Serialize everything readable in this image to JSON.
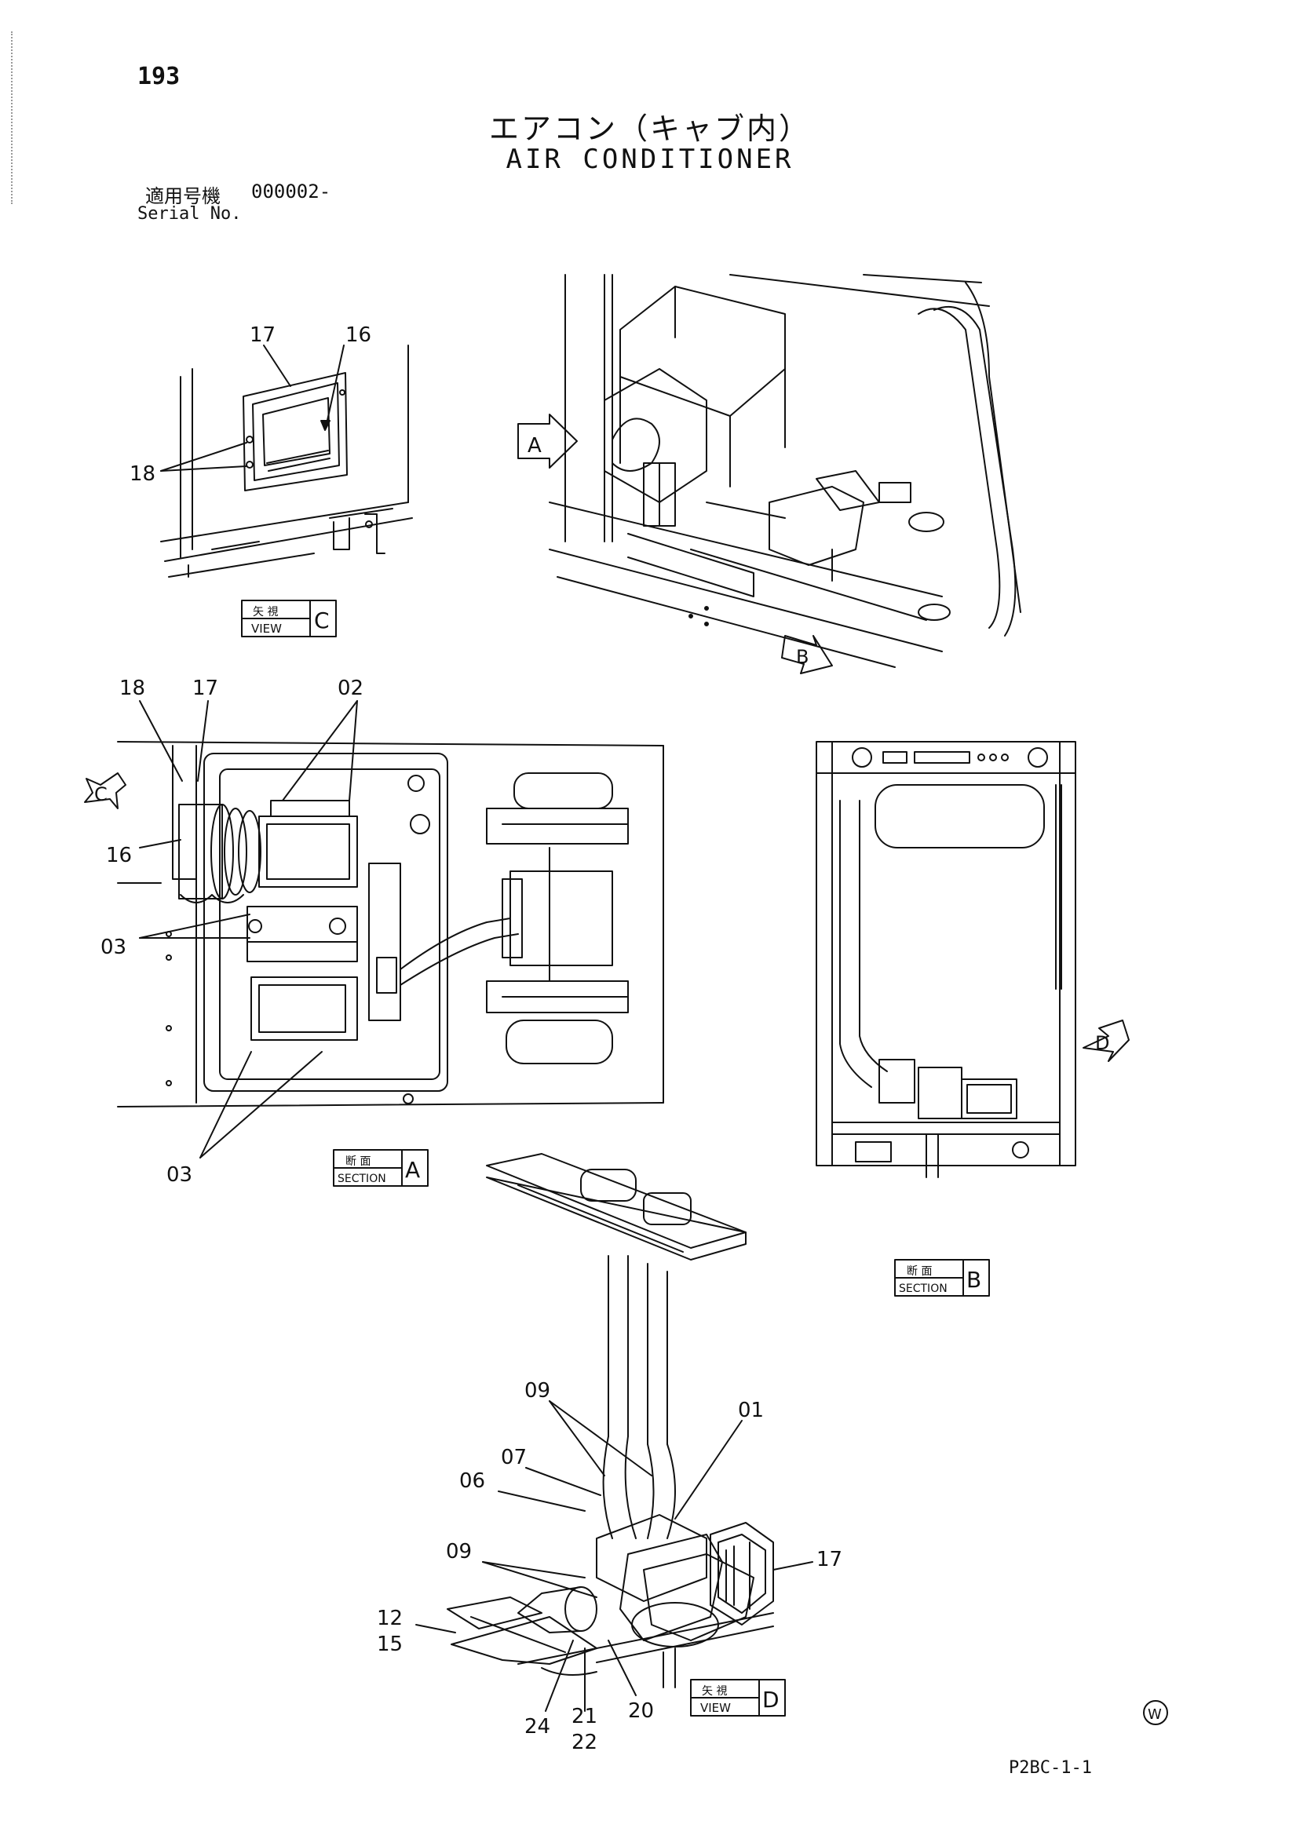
{
  "header": {
    "page_number": "193",
    "title_jp": "エアコン（キャブ内）",
    "title_en": "AIR CONDITIONER",
    "serial_label_jp": "適用号機",
    "serial_value": "000002-",
    "serial_label_en": "Serial No."
  },
  "footer": {
    "code": "P2BC-1-1",
    "mark": "W"
  },
  "view_tags": {
    "view_c": {
      "jp": "矢 視",
      "en": "VIEW",
      "letter": "C"
    },
    "section_a": {
      "jp": "断 面",
      "en": "SECTION",
      "letter": "A"
    },
    "section_b": {
      "jp": "断 面",
      "en": "SECTION",
      "letter": "B"
    },
    "view_d": {
      "jp": "矢 視",
      "en": "VIEW",
      "letter": "D"
    }
  },
  "arrow_letters": {
    "a": "A",
    "b": "B",
    "c": "C",
    "d": "D"
  },
  "callouts": {
    "view_c": {
      "p17": "17",
      "p16": "16",
      "p18": "18"
    },
    "section_a": {
      "p18": "18",
      "p17": "17",
      "p02": "02",
      "p16": "16",
      "p03_upper": "03",
      "p03_lower": "03"
    },
    "view_d": {
      "p09_top": "09",
      "p01": "01",
      "p07": "07",
      "p06": "06",
      "p09_mid": "09",
      "p17": "17",
      "p12": "12",
      "p15": "15",
      "p24": "24",
      "p21": "21",
      "p22": "22",
      "p20": "20"
    }
  }
}
